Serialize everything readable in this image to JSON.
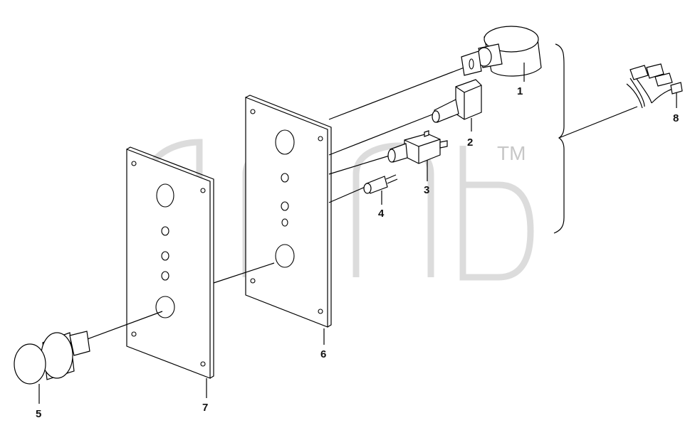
{
  "callouts": [
    {
      "id": "1",
      "text": "1"
    },
    {
      "id": "2",
      "text": "2"
    },
    {
      "id": "3",
      "text": "3"
    },
    {
      "id": "4",
      "text": "4"
    },
    {
      "id": "5",
      "text": "5"
    },
    {
      "id": "6",
      "text": "6"
    },
    {
      "id": "7",
      "text": "7"
    },
    {
      "id": "8",
      "text": "8"
    }
  ],
  "watermark": {
    "mark": "TM"
  },
  "colors": {
    "line": "#000000",
    "watermark": "#9a9a9a",
    "background": "#ffffff"
  }
}
